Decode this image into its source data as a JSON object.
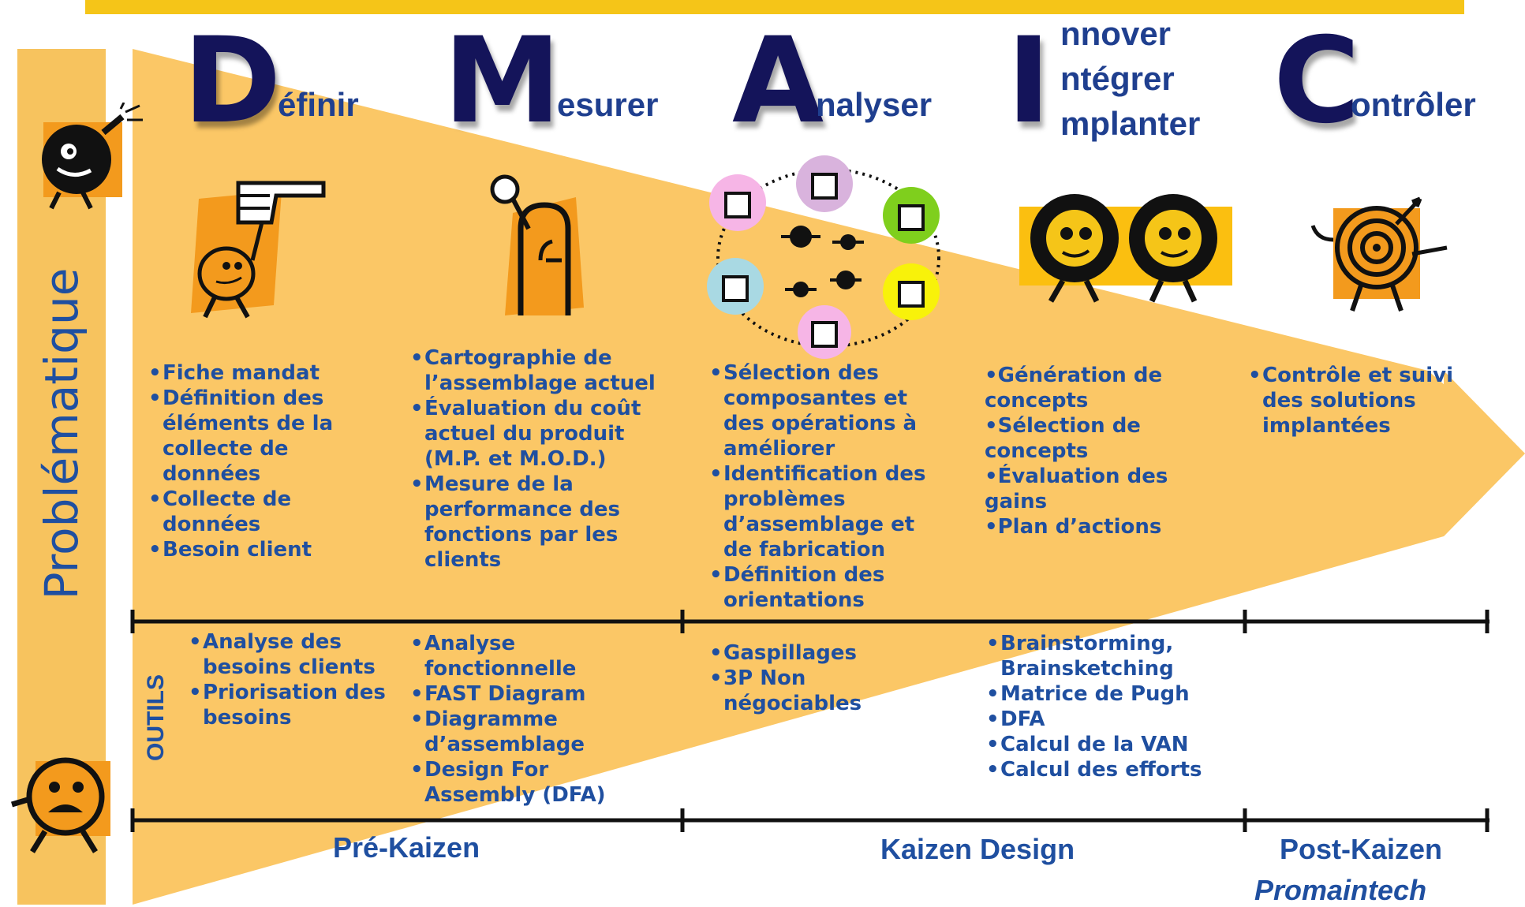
{
  "left_label": "Problématique",
  "phases": [
    {
      "letter": "D",
      "word": "éfinir"
    },
    {
      "letter": "M",
      "word": "esurer"
    },
    {
      "letter": "A",
      "word": "nalyser"
    },
    {
      "letter": "I",
      "words": [
        "nnover",
        "ntégrer",
        "mplanter"
      ]
    },
    {
      "letter": "C",
      "word": "ontrôler"
    }
  ],
  "activities": [
    [
      "Fiche mandat",
      "Définition des éléments de la collecte de données",
      "Collecte de données",
      "Besoin client"
    ],
    [
      "Cartographie de l’assemblage actuel",
      "Évaluation du coût actuel du produit (M.P. et M.O.D.)",
      "Mesure de la performance des fonctions par les clients"
    ],
    [
      "Sélection des composantes et des opérations à améliorer",
      "Identification des problèmes d’assemblage et de fabrication",
      "Définition des orientations"
    ],
    [
      "•Génération de concepts",
      "•Sélection de concepts",
      "•Évaluation des gains",
      "•Plan d’actions"
    ],
    [
      "Contrôle et suivi des solutions implantées"
    ]
  ],
  "tools_label": "OUTILS",
  "tools": [
    [
      "Analyse des besoins clients",
      "Priorisation des besoins"
    ],
    [
      "Analyse fonctionnelle",
      "FAST Diagram",
      "Diagramme d’assemblage",
      "Design For Assembly (DFA)"
    ],
    [
      "Gaspillages",
      "3P Non négociables"
    ],
    [
      "Brainstorming, Brainsketching",
      "Matrice de Pugh",
      "DFA",
      "Calcul de la VAN",
      "Calcul des efforts"
    ]
  ],
  "stages": [
    "Pré-Kaizen",
    "Kaizen Design",
    "Post-Kaizen"
  ],
  "logo": "Promaintech",
  "colors": {
    "arrow": "#fbc766",
    "accent_bar": "#f5c518",
    "text_blue": "#1f4fa0",
    "letter_navy": "#14145a",
    "icon_orange": "#f39a1d",
    "shadow_orange": "#f7941d"
  },
  "icons": [
    "bomb-icon",
    "worried-face-icon",
    "pointing-hand-icon",
    "magnifier-figure-icon",
    "idea-network-icon",
    "gears-icon",
    "target-icon"
  ]
}
